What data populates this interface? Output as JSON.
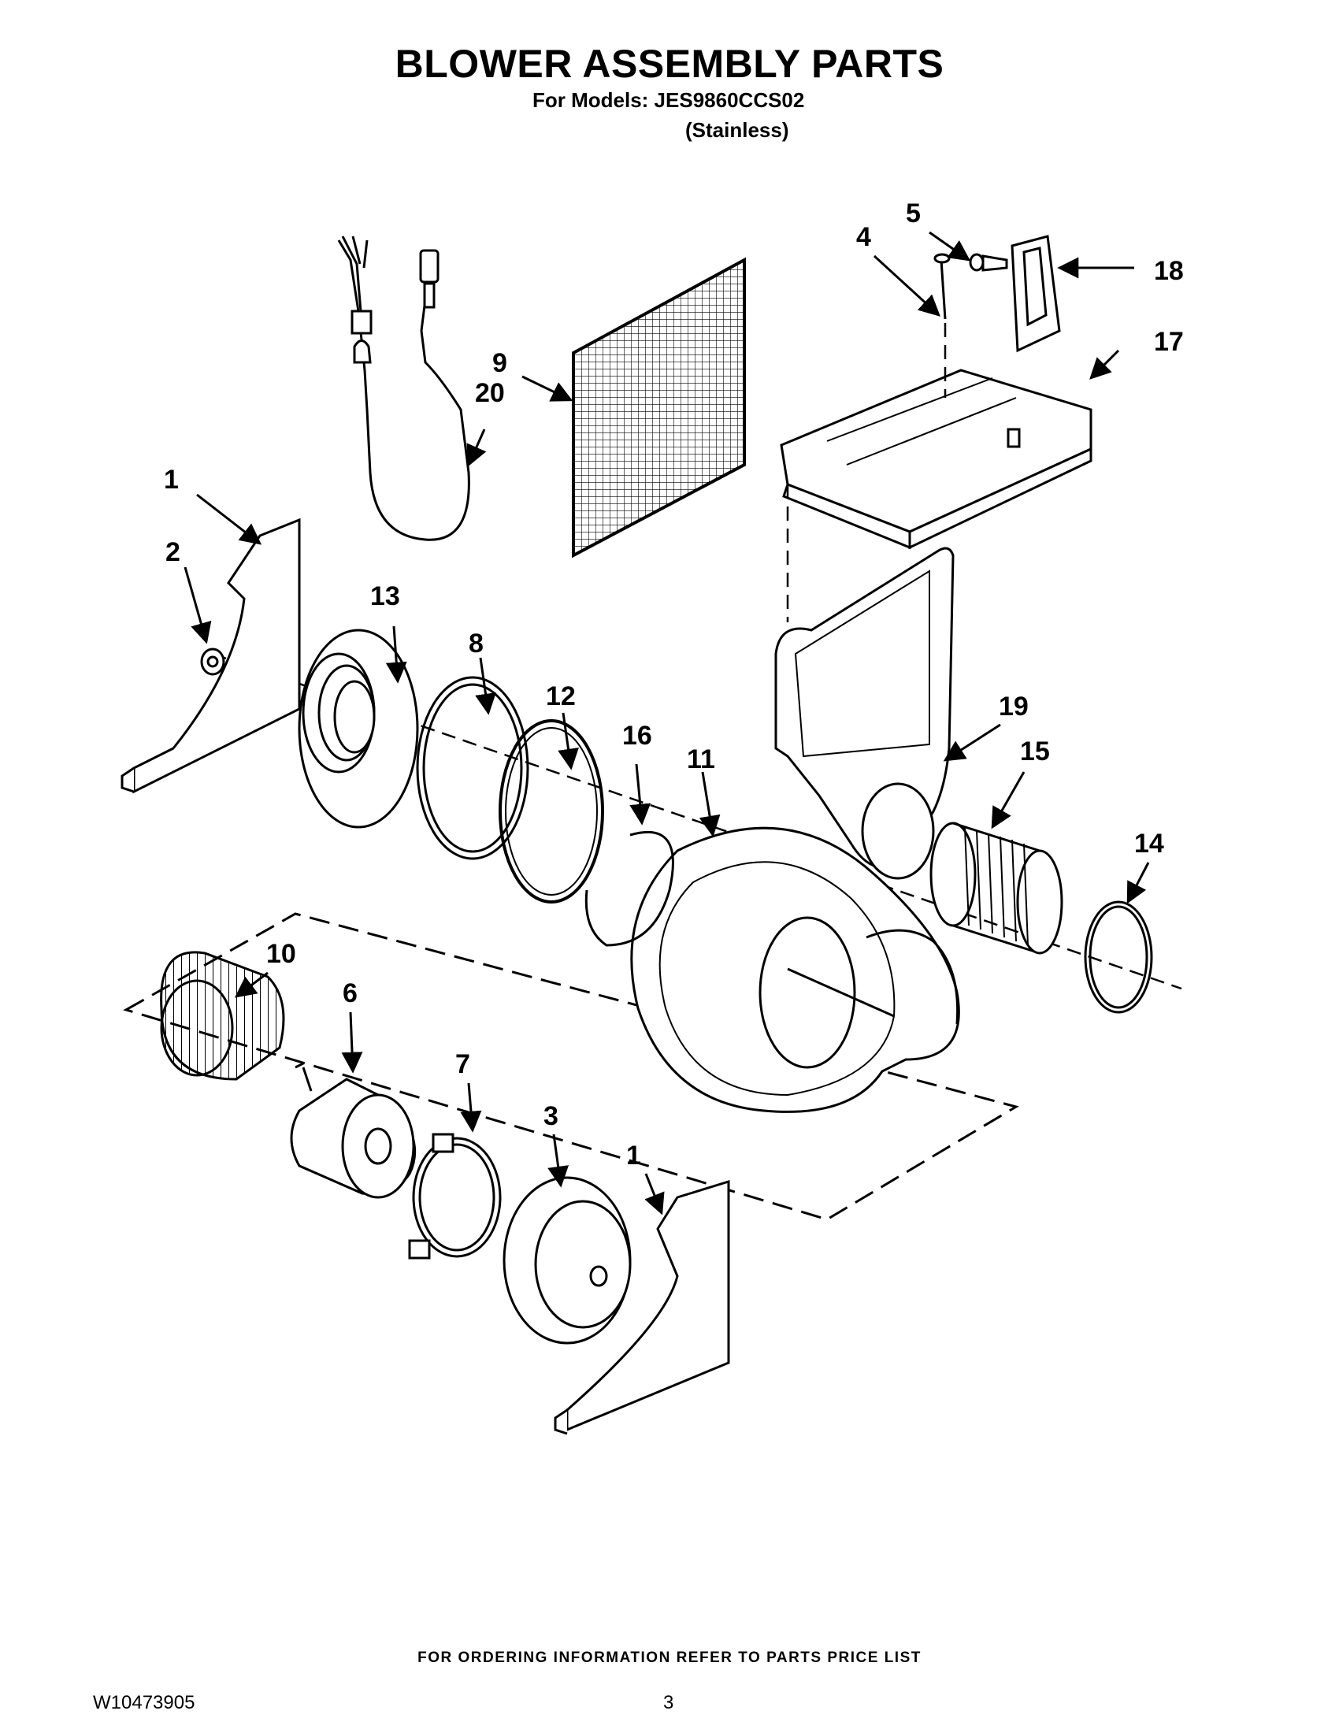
{
  "header": {
    "title": "BLOWER ASSEMBLY PARTS",
    "models_line": "For Models: JES9860CCS02",
    "finish_line": "(Stainless)"
  },
  "callouts": {
    "c1a": "1",
    "c2": "2",
    "c13": "13",
    "c8": "8",
    "c12": "12",
    "c16": "16",
    "c11": "11",
    "c9": "9",
    "c20": "20",
    "c4": "4",
    "c5": "5",
    "c18": "18",
    "c17": "17",
    "c19": "19",
    "c15": "15",
    "c14": "14",
    "c10": "10",
    "c6": "6",
    "c7": "7",
    "c3": "3",
    "c1b": "1"
  },
  "footer": {
    "ordering_note": "FOR ORDERING INFORMATION REFER TO PARTS PRICE LIST",
    "doc_number": "W10473905",
    "page_number": "3"
  }
}
